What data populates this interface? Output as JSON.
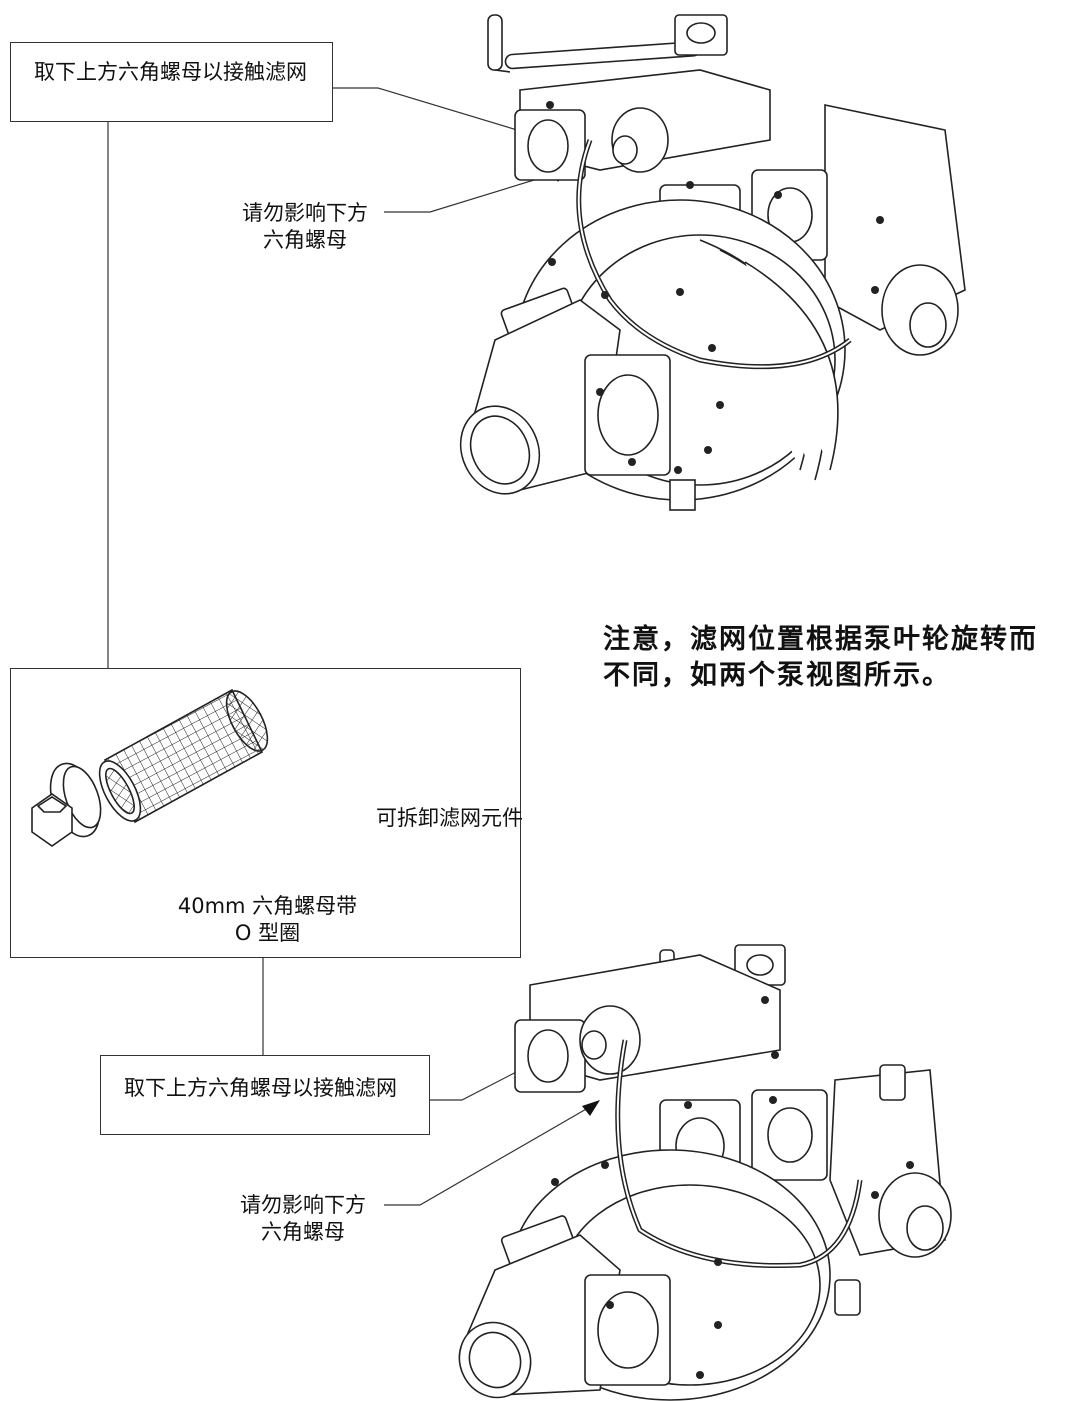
{
  "callouts": {
    "top_box": "取下上方六角螺母以接触滤网",
    "top_nut_line1": "请勿影响下方",
    "top_nut_line2": "六角螺母",
    "screen_element": "可拆卸滤网元件",
    "hex_nut_line1": "40mm 六角螺母带",
    "hex_nut_line2": "O 型圈",
    "bottom_box": "取下上方六角螺母以接触滤网",
    "bottom_nut_line1": "请勿影响下方",
    "bottom_nut_line2": "六角螺母"
  },
  "note": {
    "line1": "注意，滤网位置根据泵叶轮旋转而",
    "line2": "不同，如两个泵视图所示。"
  }
}
